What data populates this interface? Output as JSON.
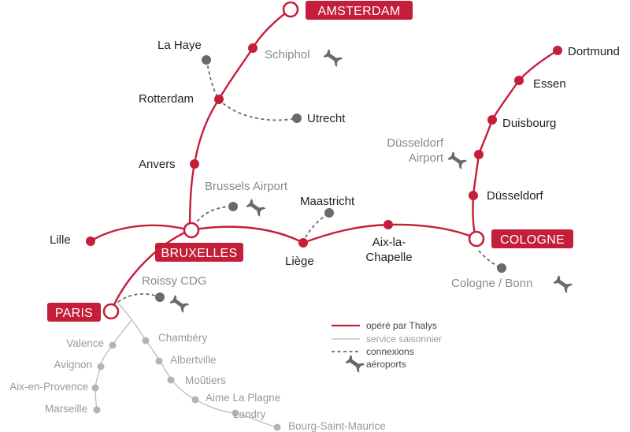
{
  "colors": {
    "thalys": "#c41e3a",
    "seasonal": "#bbbbbb",
    "connection": "#6a6a6a",
    "hub_label_bg": "#c41e3a"
  },
  "hubs": {
    "amsterdam": "AMSTERDAM",
    "bruxelles": "BRUXELLES",
    "paris": "PARIS",
    "cologne": "COLOGNE"
  },
  "stations": {
    "la_haye": "La Haye",
    "schiphol": "Schiphol",
    "rotterdam": "Rotterdam",
    "utrecht": "Utrecht",
    "anvers": "Anvers",
    "brussels_airport": "Brussels Airport",
    "maastricht": "Maastricht",
    "lille": "Lille",
    "liege": "Liège",
    "aix_la_chapelle_1": "Aix-la-",
    "aix_la_chapelle_2": "Chapelle",
    "roissy_cdg": "Roissy CDG",
    "dortmund": "Dortmund",
    "essen": "Essen",
    "duisbourg": "Duisbourg",
    "dusseldorf_airport_1": "Düsseldorf",
    "dusseldorf_airport_2": "Airport",
    "dusseldorf": "Düsseldorf",
    "cologne_bonn": "Cologne / Bonn"
  },
  "seasonal_stations": {
    "valence": "Valence",
    "avignon": "Avignon",
    "aix_en_provence": "Aix-en-Provence",
    "marseille": "Marseille",
    "chambery": "Chambéry",
    "albertville": "Albertville",
    "moutiers": "Moûtiers",
    "aime_la_plagne": "Aime La Plagne",
    "landry": "Landry",
    "bourg_saint_maurice": "Bourg-Saint-Maurice"
  },
  "legend": {
    "thalys": "opéré par Thalys",
    "seasonal": "service saisonnier",
    "connections": "connexions",
    "airports": "aéroports"
  },
  "icons": {
    "airport": "airplane-icon"
  }
}
